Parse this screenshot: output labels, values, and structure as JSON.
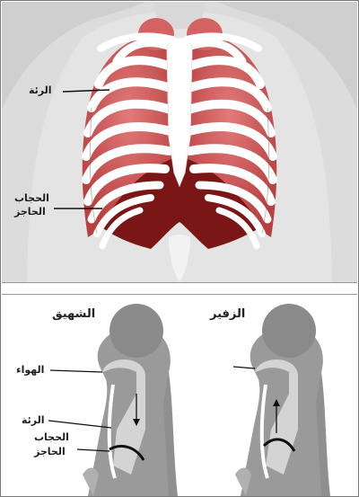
{
  "top_panel": {
    "lung_label": "الرئة",
    "diaphragm_label_line1": "الحجاب",
    "diaphragm_label_line2": "الحاجز"
  },
  "bottom_panel": {
    "inhale_title": "الشهيق",
    "exhale_title": "الزفير",
    "air_label": "الهواء",
    "lung_label": "الرئة",
    "diaphragm_label_line1": "الحجاب",
    "diaphragm_label_line2": "الحاجز"
  },
  "colors": {
    "rib": "#ffffff",
    "lung": "#d05858",
    "lung_dark": "#8a1e1e",
    "skin": "#e2e2e2",
    "body_gray": "#8f8f8f"
  }
}
